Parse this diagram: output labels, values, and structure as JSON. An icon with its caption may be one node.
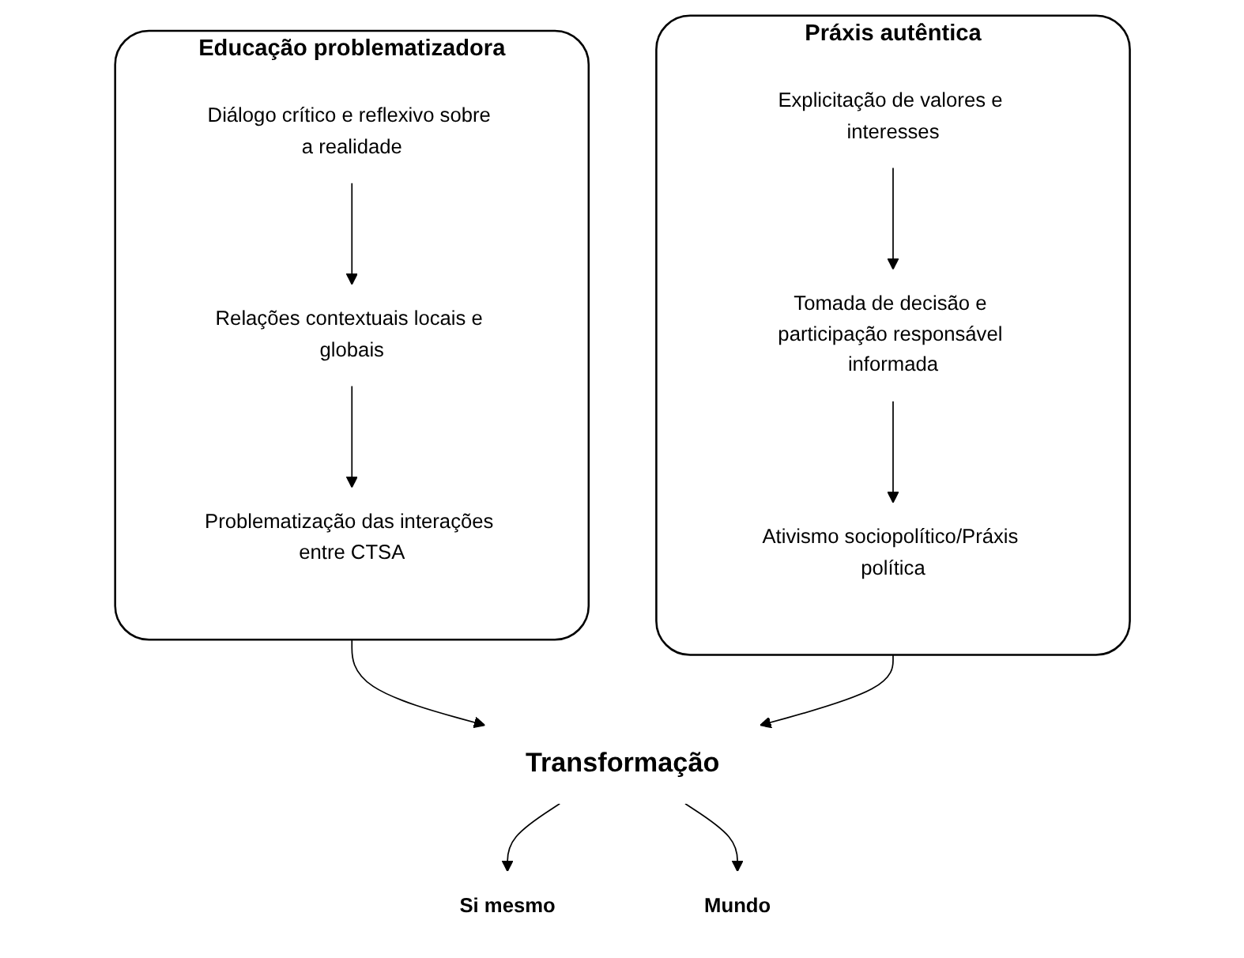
{
  "diagram": {
    "nodes": [
      {
        "text": [
          "Educação problematizadora"
        ]
      },
      {
        "text": [
          "Diálogo crítico e reflexivo sobre a realidade"
        ],
        "in": 0
      },
      {
        "text": [
          "Relações contextuais locais e globais"
        ],
        "in": 0
      },
      {
        "text": [
          "Problematização das interações entre CTSA"
        ],
        "in": 0
      },
      {
        "text": [
          "Práxis autêntica"
        ]
      },
      {
        "text": [
          "Explicitação de valores e interesses"
        ],
        "in": 4
      },
      {
        "text": [
          "Tomada de decisão e participação responsável informada"
        ],
        "in": 4
      },
      {
        "text": [
          "Ativismo sociopolítico/Práxis política"
        ],
        "in": 4
      },
      {
        "text": [
          "Transformação"
        ]
      },
      {
        "text": [
          "Si mesmo"
        ]
      },
      {
        "text": [
          "Mundo"
        ]
      }
    ],
    "edges": [
      {
        "from": 1,
        "to": 2,
        "arrow": "to"
      },
      {
        "from": 2,
        "to": 3,
        "arrow": "to"
      },
      {
        "from": 5,
        "to": 6,
        "arrow": "to"
      },
      {
        "from": 6,
        "to": 7,
        "arrow": "to"
      },
      {
        "from": 0,
        "to": 8,
        "arrow": "to"
      },
      {
        "from": 4,
        "to": 8,
        "arrow": "to"
      },
      {
        "from": 8,
        "to": 9,
        "arrow": "to"
      },
      {
        "from": 8,
        "to": 10,
        "arrow": "to"
      }
    ]
  }
}
